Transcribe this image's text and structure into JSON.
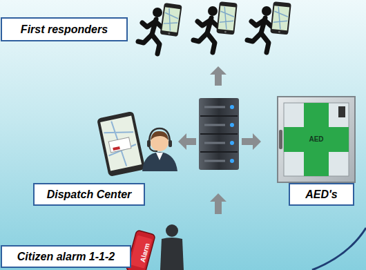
{
  "diagram": {
    "nodes": [
      {
        "text": [
          "First responders"
        ]
      },
      {
        "text": [
          "Dispatch Center"
        ]
      },
      {
        "text": [
          "AED's"
        ]
      },
      {
        "text": [
          "Citizen alarm 1-1-2"
        ]
      }
    ],
    "labels": [
      "AED",
      "Alarm"
    ]
  }
}
